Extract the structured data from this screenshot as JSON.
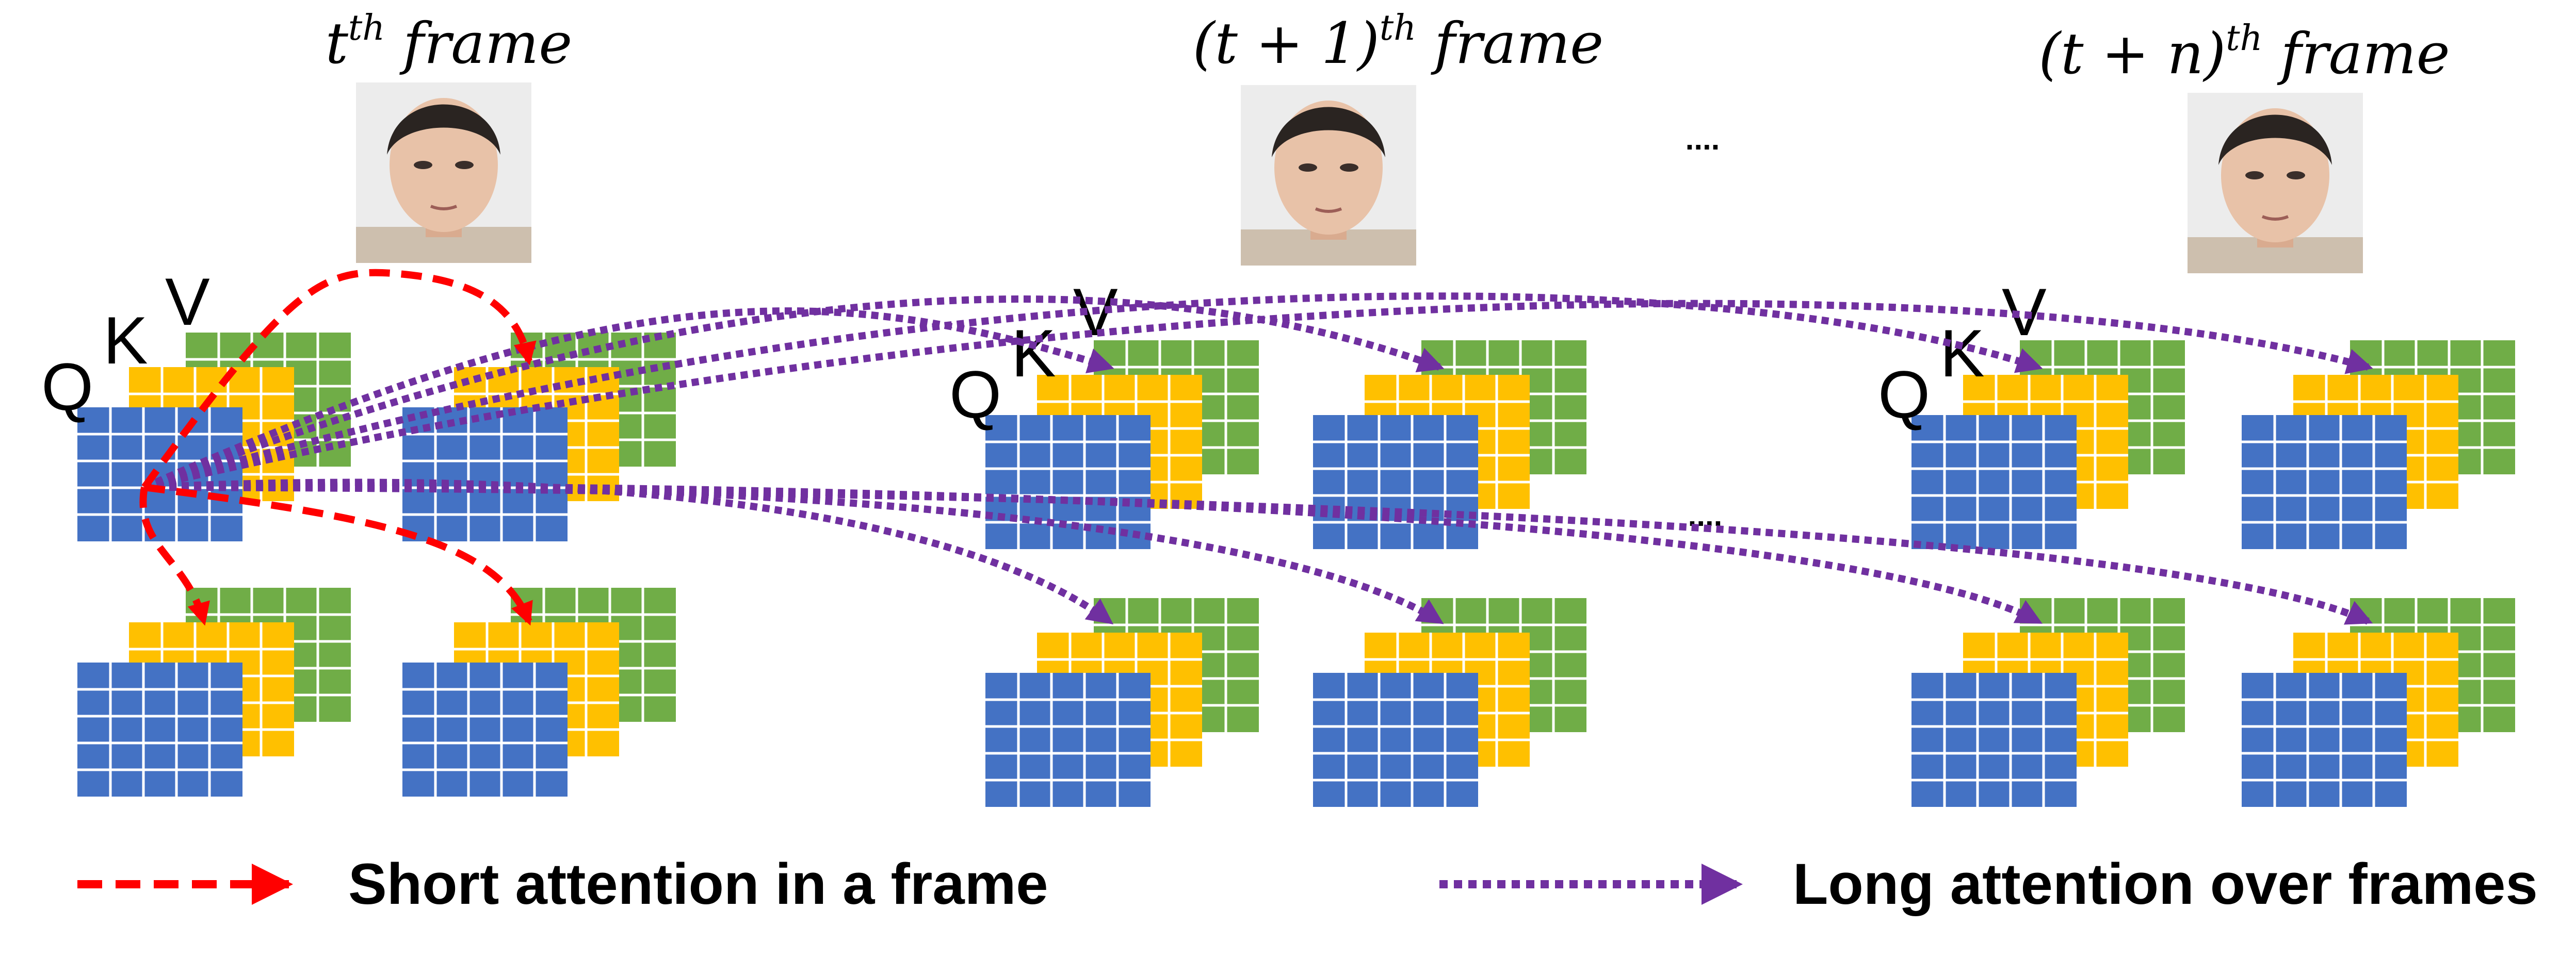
{
  "frames": [
    {
      "title_base": "t",
      "title_sup": "th",
      "title_tail": " frame"
    },
    {
      "title_base": "(t + 1)",
      "title_sup": "th",
      "title_tail": " frame"
    },
    {
      "title_base": "(t + n)",
      "title_sup": "th",
      "title_tail": " frame"
    }
  ],
  "matrix_labels": {
    "q": "Q",
    "k": "K",
    "v": "V"
  },
  "ellipsis": "....",
  "legend": {
    "short": "Short attention in a frame",
    "long": "Long attention over frames"
  },
  "colors": {
    "q_matrix": "#4472C4",
    "k_matrix": "#FFC000",
    "v_matrix": "#70AD47",
    "short_attention": "#FF0000",
    "long_attention": "#7030A0",
    "face_skin": "#e8c2a8",
    "face_background": "#ececec"
  }
}
